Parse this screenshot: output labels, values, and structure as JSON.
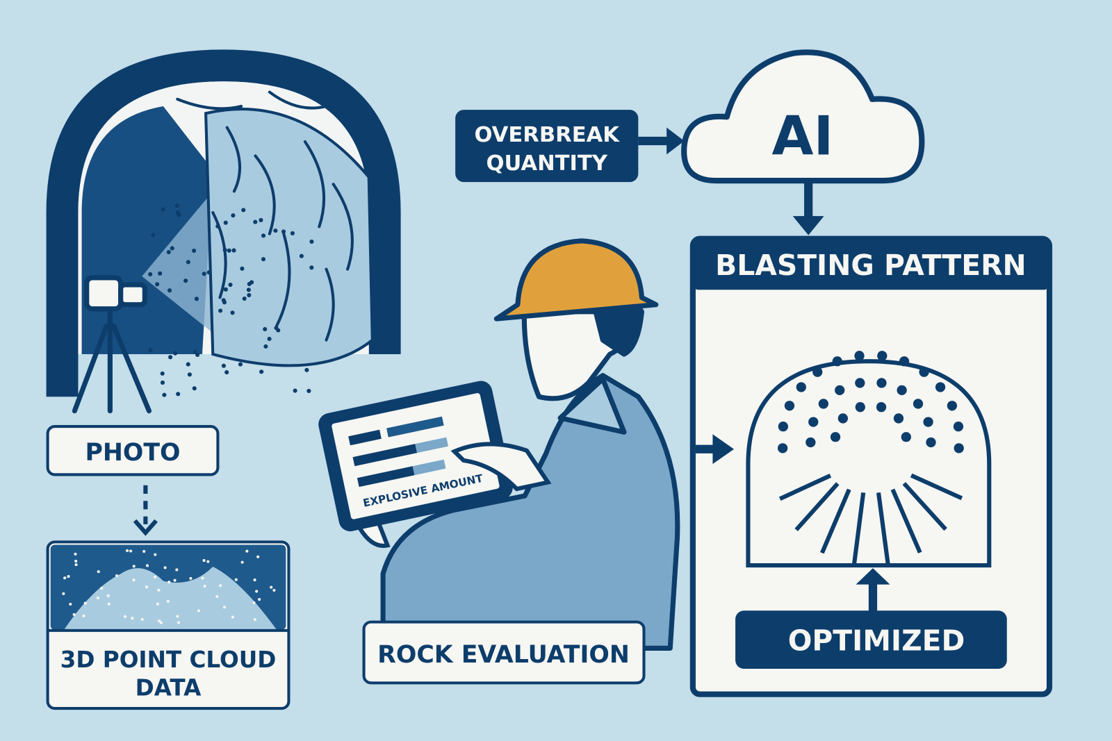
{
  "labels": {
    "overbreak_line1": "OVERBREAK",
    "overbreak_line2": "QUANTITY",
    "ai": "AI",
    "blasting_pattern": "BLASTING PATTERN",
    "optimized": "OPTIMIZED",
    "photo": "PHOTO",
    "point_cloud_line1": "3D POINT CLOUD",
    "point_cloud_line2": "DATA",
    "rock_evaluation": "ROCK EVALUATION",
    "tablet_text": "EXPLOSIVE AMOUNT"
  },
  "colors": {
    "background": "#c4deea",
    "navy": "#0d3d6b",
    "panel": "#f6f6f2",
    "helmet": "#e0a13c",
    "shirt": "#7ba7c9",
    "rock": "#a9cbe0"
  },
  "icons": [
    "tunnel-icon",
    "camera-tripod-icon",
    "cloud-icon",
    "worker-icon",
    "tablet-icon",
    "blast-pattern-icon",
    "arrow-icon"
  ]
}
